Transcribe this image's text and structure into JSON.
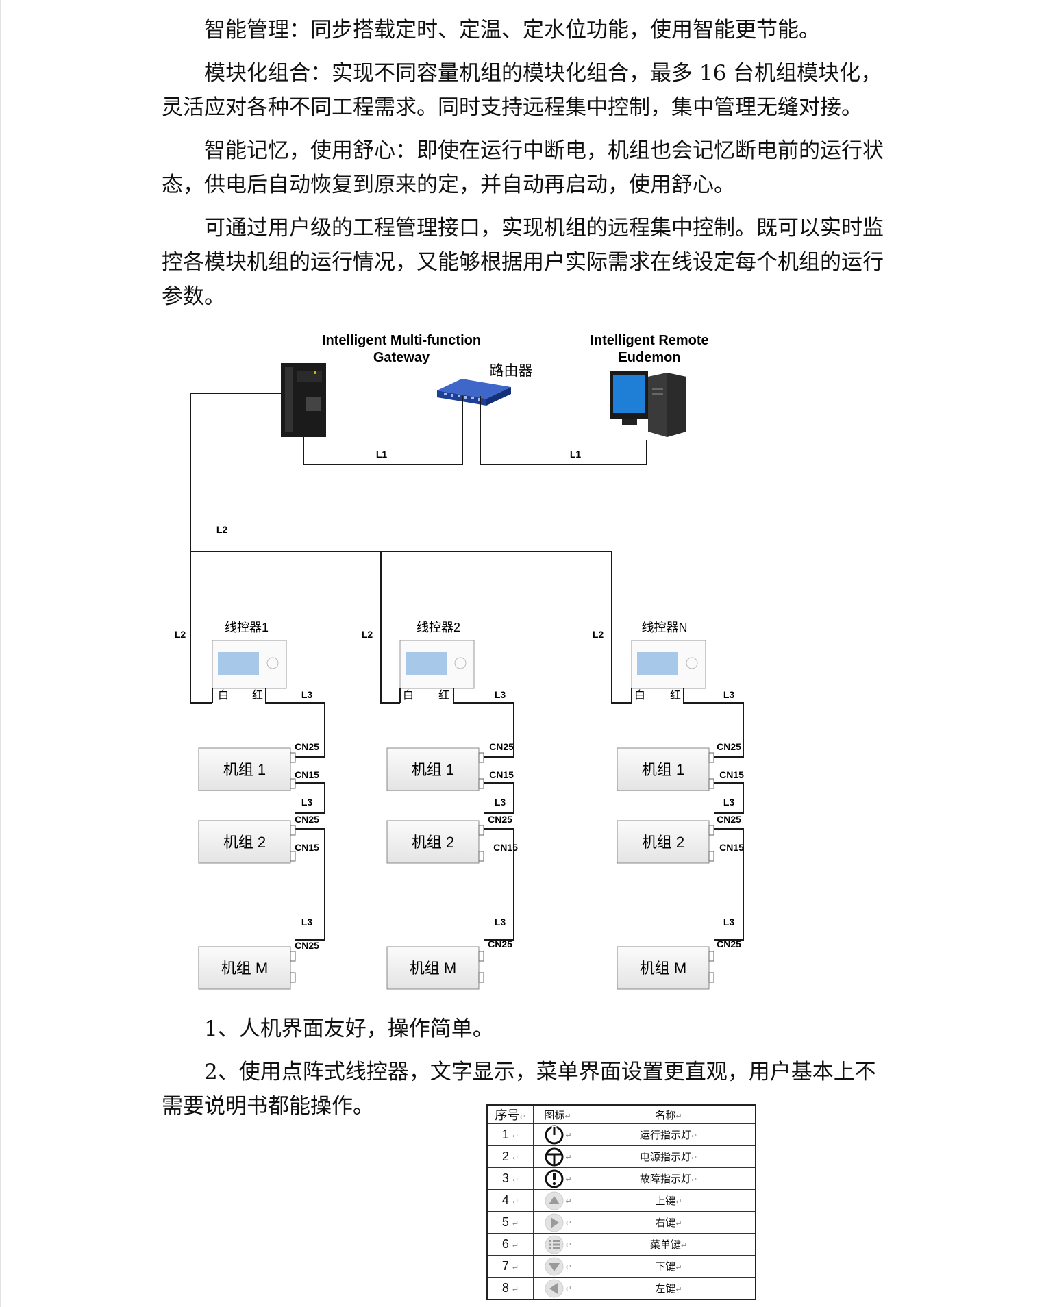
{
  "paragraphs_top": [
    "智能管理：同步搭载定时、定温、定水位功能，使用智能更节能。",
    "模块化组合：实现不同容量机组的模块化组合，最多 16 台机组模块化，灵活应对各种不同工程需求。同时支持远程集中控制，集中管理无缝对接。",
    "智能记忆，使用舒心：即使在运行中断电，机组也会记忆断电前的运行状态，供电后自动恢复到原来的定，并自动再启动，使用舒心。",
    "可通过用户级的工程管理接口，实现机组的远程集中控制。既可以实时监控各模块机组的运行情况，又能够根据用户实际需求在线设定每个机组的运行参数。"
  ],
  "diagram": {
    "gateway_label_line1": "Intelligent Multi-function",
    "gateway_label_line2": "Gateway",
    "router_label": "路由器",
    "remote_label_line1": "Intelligent Remote",
    "remote_label_line2": "Eudemon",
    "line_labels": {
      "l1": "L1",
      "l2": "L2",
      "l3": "L3"
    },
    "port_labels": {
      "cn25": "CN25",
      "cn15": "CN15"
    },
    "wire_labels": {
      "white": "白",
      "red": "红"
    },
    "controllers": [
      "线控器1",
      "线控器2",
      "线控器N"
    ],
    "units": [
      "机组 1",
      "机组 2",
      "机组 M"
    ],
    "colors": {
      "line": "#1a1a1a",
      "unit_fill": "#f1f1f1",
      "screen": "#a8c8ea",
      "router": "#2a4fa8",
      "monitor": "#1f7fd6"
    }
  },
  "paragraphs_bottom": [
    "1、人机界面友好，操作简单。",
    "2、使用点阵式线控器，文字显示，菜单界面设置更直观，用户基本上不需要说明书都能操作。"
  ],
  "key_table": {
    "headers": [
      "序号",
      "图标",
      "名称"
    ],
    "rows": [
      {
        "no": "1",
        "icon": "power-icon",
        "name": "运行指示灯"
      },
      {
        "no": "2",
        "icon": "plug-icon",
        "name": "电源指示灯"
      },
      {
        "no": "3",
        "icon": "exclamation-icon",
        "name": "故障指示灯"
      },
      {
        "no": "4",
        "icon": "up-arrow-icon",
        "name": "上键"
      },
      {
        "no": "5",
        "icon": "right-arrow-icon",
        "name": "右键"
      },
      {
        "no": "6",
        "icon": "menu-icon",
        "name": "菜单键"
      },
      {
        "no": "7",
        "icon": "down-arrow-icon",
        "name": "下键"
      },
      {
        "no": "8",
        "icon": "left-arrow-icon",
        "name": "左键"
      }
    ]
  }
}
